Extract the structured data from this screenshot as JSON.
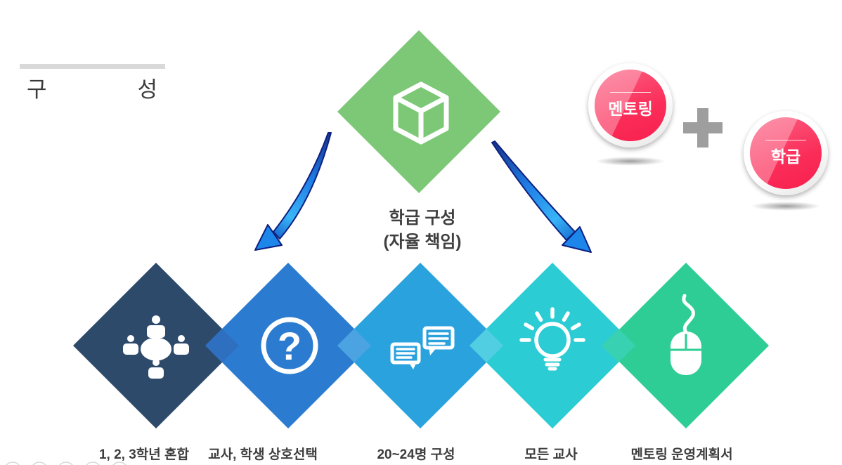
{
  "header": {
    "title_left": "구",
    "title_right": "성"
  },
  "top_diamond": {
    "icon": "cube-icon",
    "color": "#7DC877",
    "caption_line1": "학급 구성",
    "caption_line2": "(자율 책임)"
  },
  "badges": {
    "mentoring_label": "멘토링",
    "class_label": "학급",
    "pink_color": "#F92E56",
    "plus_color": "#9E9E9E"
  },
  "arrows": {
    "light_color": "#38B4F7",
    "dark_color": "#0D2080"
  },
  "icons": {
    "question_glyph": "?"
  },
  "diamonds": [
    {
      "label": "1, 2, 3학년 혼합",
      "color": "#2E4A6B",
      "icon": "meeting-group-icon"
    },
    {
      "label": "교사, 학생 상호선택",
      "color": "#2B7CD0",
      "icon": "question-mark-icon"
    },
    {
      "label": "20~24명 구성",
      "color": "#29A2DE",
      "icon": "chat-bubbles-icon"
    },
    {
      "label": "모든 교사",
      "color": "#2BCCD4",
      "icon": "lightbulb-icon"
    },
    {
      "label": "멘토링 운영계획서",
      "color": "#2ECD95",
      "icon": "mouse-icon"
    }
  ],
  "overlaps": [
    {
      "color": "#2F6FC0"
    },
    {
      "color": "#4BA3E2"
    },
    {
      "color": "#52CEE2"
    },
    {
      "color": "#38D1B2"
    }
  ]
}
